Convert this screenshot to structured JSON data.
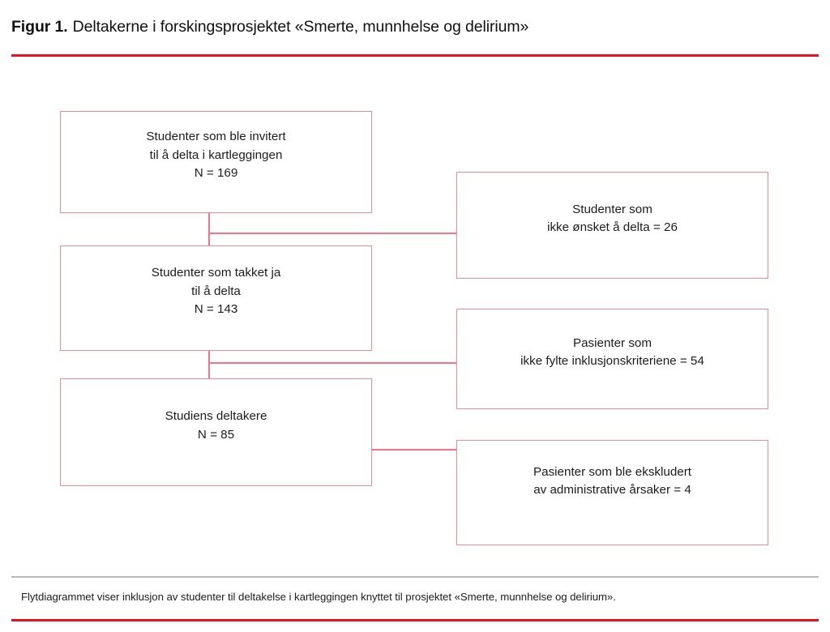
{
  "header": {
    "label": "Figur 1.",
    "title": "Deltakerne i forskingsprosjektet «Smerte, munnhelse og delirium»"
  },
  "colors": {
    "accent_rule": "#e8131e",
    "box_border": "#f4899a",
    "connector": "#f4738a",
    "caption_rule": "#b8b8b8",
    "text": "#1c1c1c",
    "background": "#ffffff"
  },
  "flow": {
    "type": "flowchart",
    "orientation": "vertical-with-right-exclusions",
    "main_boxes": [
      {
        "id": "invited",
        "text": "Studenter som ble invitert\ntil å delta i kartleggingen\nN = 169",
        "n": 169
      },
      {
        "id": "accepted",
        "text": "Studenter som takket ja\ntil å delta\nN = 143",
        "n": 143
      },
      {
        "id": "participants",
        "text": "Studiens deltakere\nN = 85",
        "n": 85
      }
    ],
    "exclusion_boxes": [
      {
        "id": "declined",
        "text": "Studenter som\nikke ønsket å delta = 26",
        "n": 26
      },
      {
        "id": "criteria",
        "text": "Pasienter som\nikke fylte inklusjonskriteriene = 54",
        "n": 54
      },
      {
        "id": "admin",
        "text": "Pasienter som ble ekskludert\nav administrative årsaker = 4",
        "n": 4
      }
    ]
  },
  "footer": {
    "caption": "Flytdiagrammet viser inklusjon av studenter til deltakelse i kartleggingen knyttet til prosjektet «Smerte, munnhelse og delirium»."
  }
}
